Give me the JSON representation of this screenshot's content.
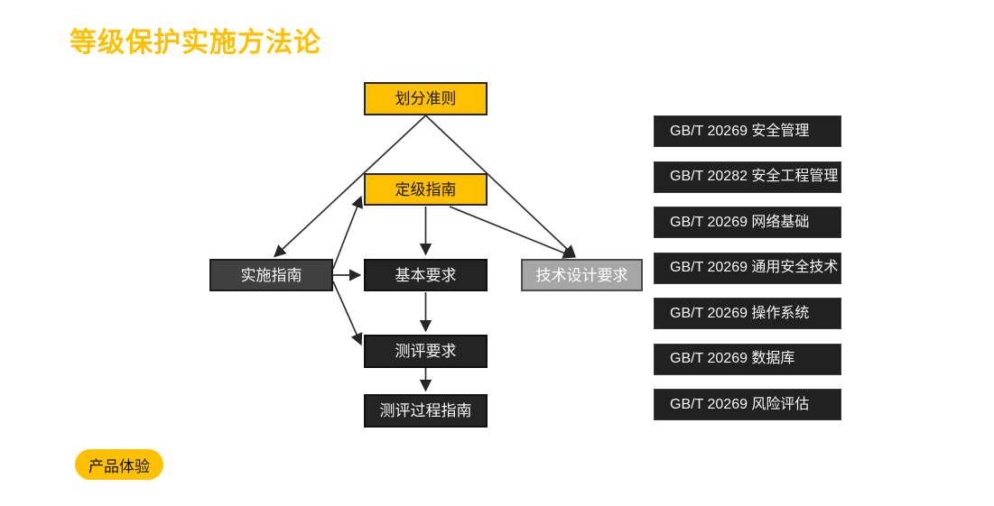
{
  "page": {
    "title": "等级保护实施方法论",
    "footer_button_label": "产品体验"
  },
  "colors": {
    "accent_yellow": "#FFC000",
    "dark_box": "#242424",
    "gray_box": "#404040",
    "light_gray_box": "#A6A6A6",
    "arrow_line": "#303030",
    "background": "#FFFFFF"
  },
  "flowchart": {
    "nodes": [
      {
        "id": "huafen",
        "label": "划分准则",
        "style": "yellow"
      },
      {
        "id": "dingji",
        "label": "定级指南",
        "style": "yellow"
      },
      {
        "id": "shishi",
        "label": "实施指南",
        "style": "gray"
      },
      {
        "id": "jiben",
        "label": "基本要求",
        "style": "dark"
      },
      {
        "id": "jishu",
        "label": "技术设计要求",
        "style": "light"
      },
      {
        "id": "ceping",
        "label": "测评要求",
        "style": "dark"
      },
      {
        "id": "cepgc",
        "label": "测评过程指南",
        "style": "dark"
      }
    ],
    "edges": [
      {
        "from": "划分准则",
        "to": "实施指南"
      },
      {
        "from": "划分准则",
        "to": "技术设计要求"
      },
      {
        "from": "定级指南",
        "to": "技术设计要求"
      },
      {
        "from": "定级指南",
        "to": "基本要求"
      },
      {
        "from": "实施指南",
        "to": "定级指南"
      },
      {
        "from": "实施指南",
        "to": "基本要求"
      },
      {
        "from": "实施指南",
        "to": "测评要求"
      },
      {
        "from": "基本要求",
        "to": "测评要求"
      },
      {
        "from": "测评要求",
        "to": "测评过程指南"
      }
    ]
  },
  "standards": {
    "items": [
      "GB/T 20269 安全管理",
      "GB/T 20282 安全工程管理",
      "GB/T 20269 网络基础",
      "GB/T 20269 通用安全技术",
      "GB/T 20269 操作系统",
      "GB/T 20269 数据库",
      "GB/T 20269 风险评估"
    ]
  }
}
